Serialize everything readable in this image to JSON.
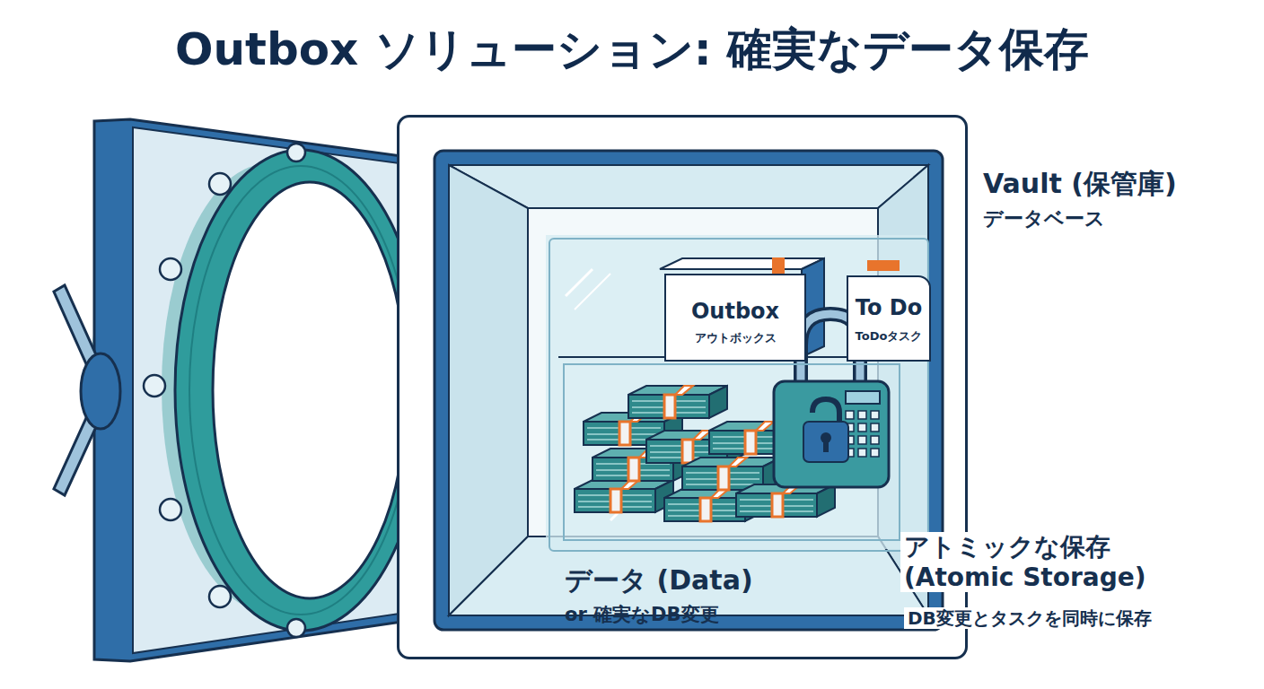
{
  "diagram": {
    "title": "Outbox ソリューション: 確実なデータ保存",
    "nodes": [
      {
        "text": [
          "Vault (保管庫)",
          "データベース"
        ]
      },
      {
        "text": [
          "アトミックな保存 (Atomic Storage)",
          "DB変更とタスクを同時に保存"
        ],
        "in": 0
      },
      {
        "text": [
          "Outbox",
          "アウトボックス"
        ],
        "in": 1
      },
      {
        "text": [
          "To Do",
          "ToDoタスク"
        ],
        "in": 1
      },
      {
        "text": [
          "データ (Data)",
          "or 確実なDB変更"
        ],
        "in": 1
      }
    ]
  }
}
